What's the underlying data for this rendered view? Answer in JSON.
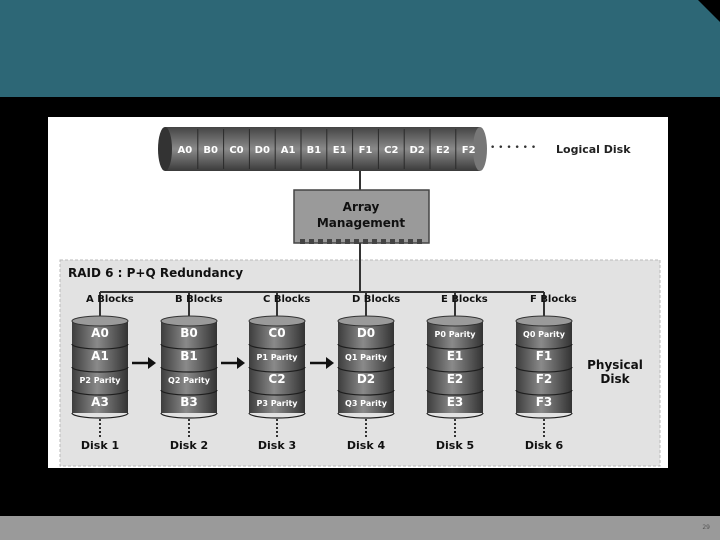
{
  "slide": {
    "page_number": "29"
  },
  "diagram": {
    "logical_blocks": [
      "A0",
      "B0",
      "C0",
      "D0",
      "A1",
      "B1",
      "E1",
      "F1",
      "C2",
      "D2",
      "E2",
      "F2"
    ],
    "logical_label": "Logical Disk",
    "array_management": [
      "Array",
      "Management"
    ],
    "raid_title": "RAID 6 : P+Q Redundancy",
    "physical_label": [
      "Physical",
      "Disk"
    ],
    "disks": [
      {
        "header": "A Blocks",
        "blocks": [
          "A0",
          "A1",
          "P2 Parity",
          "A3"
        ],
        "label": "Disk 1"
      },
      {
        "header": "B Blocks",
        "blocks": [
          "B0",
          "B1",
          "Q2 Parity",
          "B3"
        ],
        "label": "Disk 2"
      },
      {
        "header": "C Blocks",
        "blocks": [
          "C0",
          "P1 Parity",
          "C2",
          "P3 Parity"
        ],
        "label": "Disk 3"
      },
      {
        "header": "D Blocks",
        "blocks": [
          "D0",
          "Q1 Parity",
          "D2",
          "Q3 Parity"
        ],
        "label": "Disk 4"
      },
      {
        "header": "E Blocks",
        "blocks": [
          "P0 Parity",
          "E1",
          "E2",
          "E3"
        ],
        "label": "Disk 5"
      },
      {
        "header": "F Blocks",
        "blocks": [
          "Q0 Parity",
          "F1",
          "F2",
          "F3"
        ],
        "label": "Disk 6"
      }
    ]
  }
}
